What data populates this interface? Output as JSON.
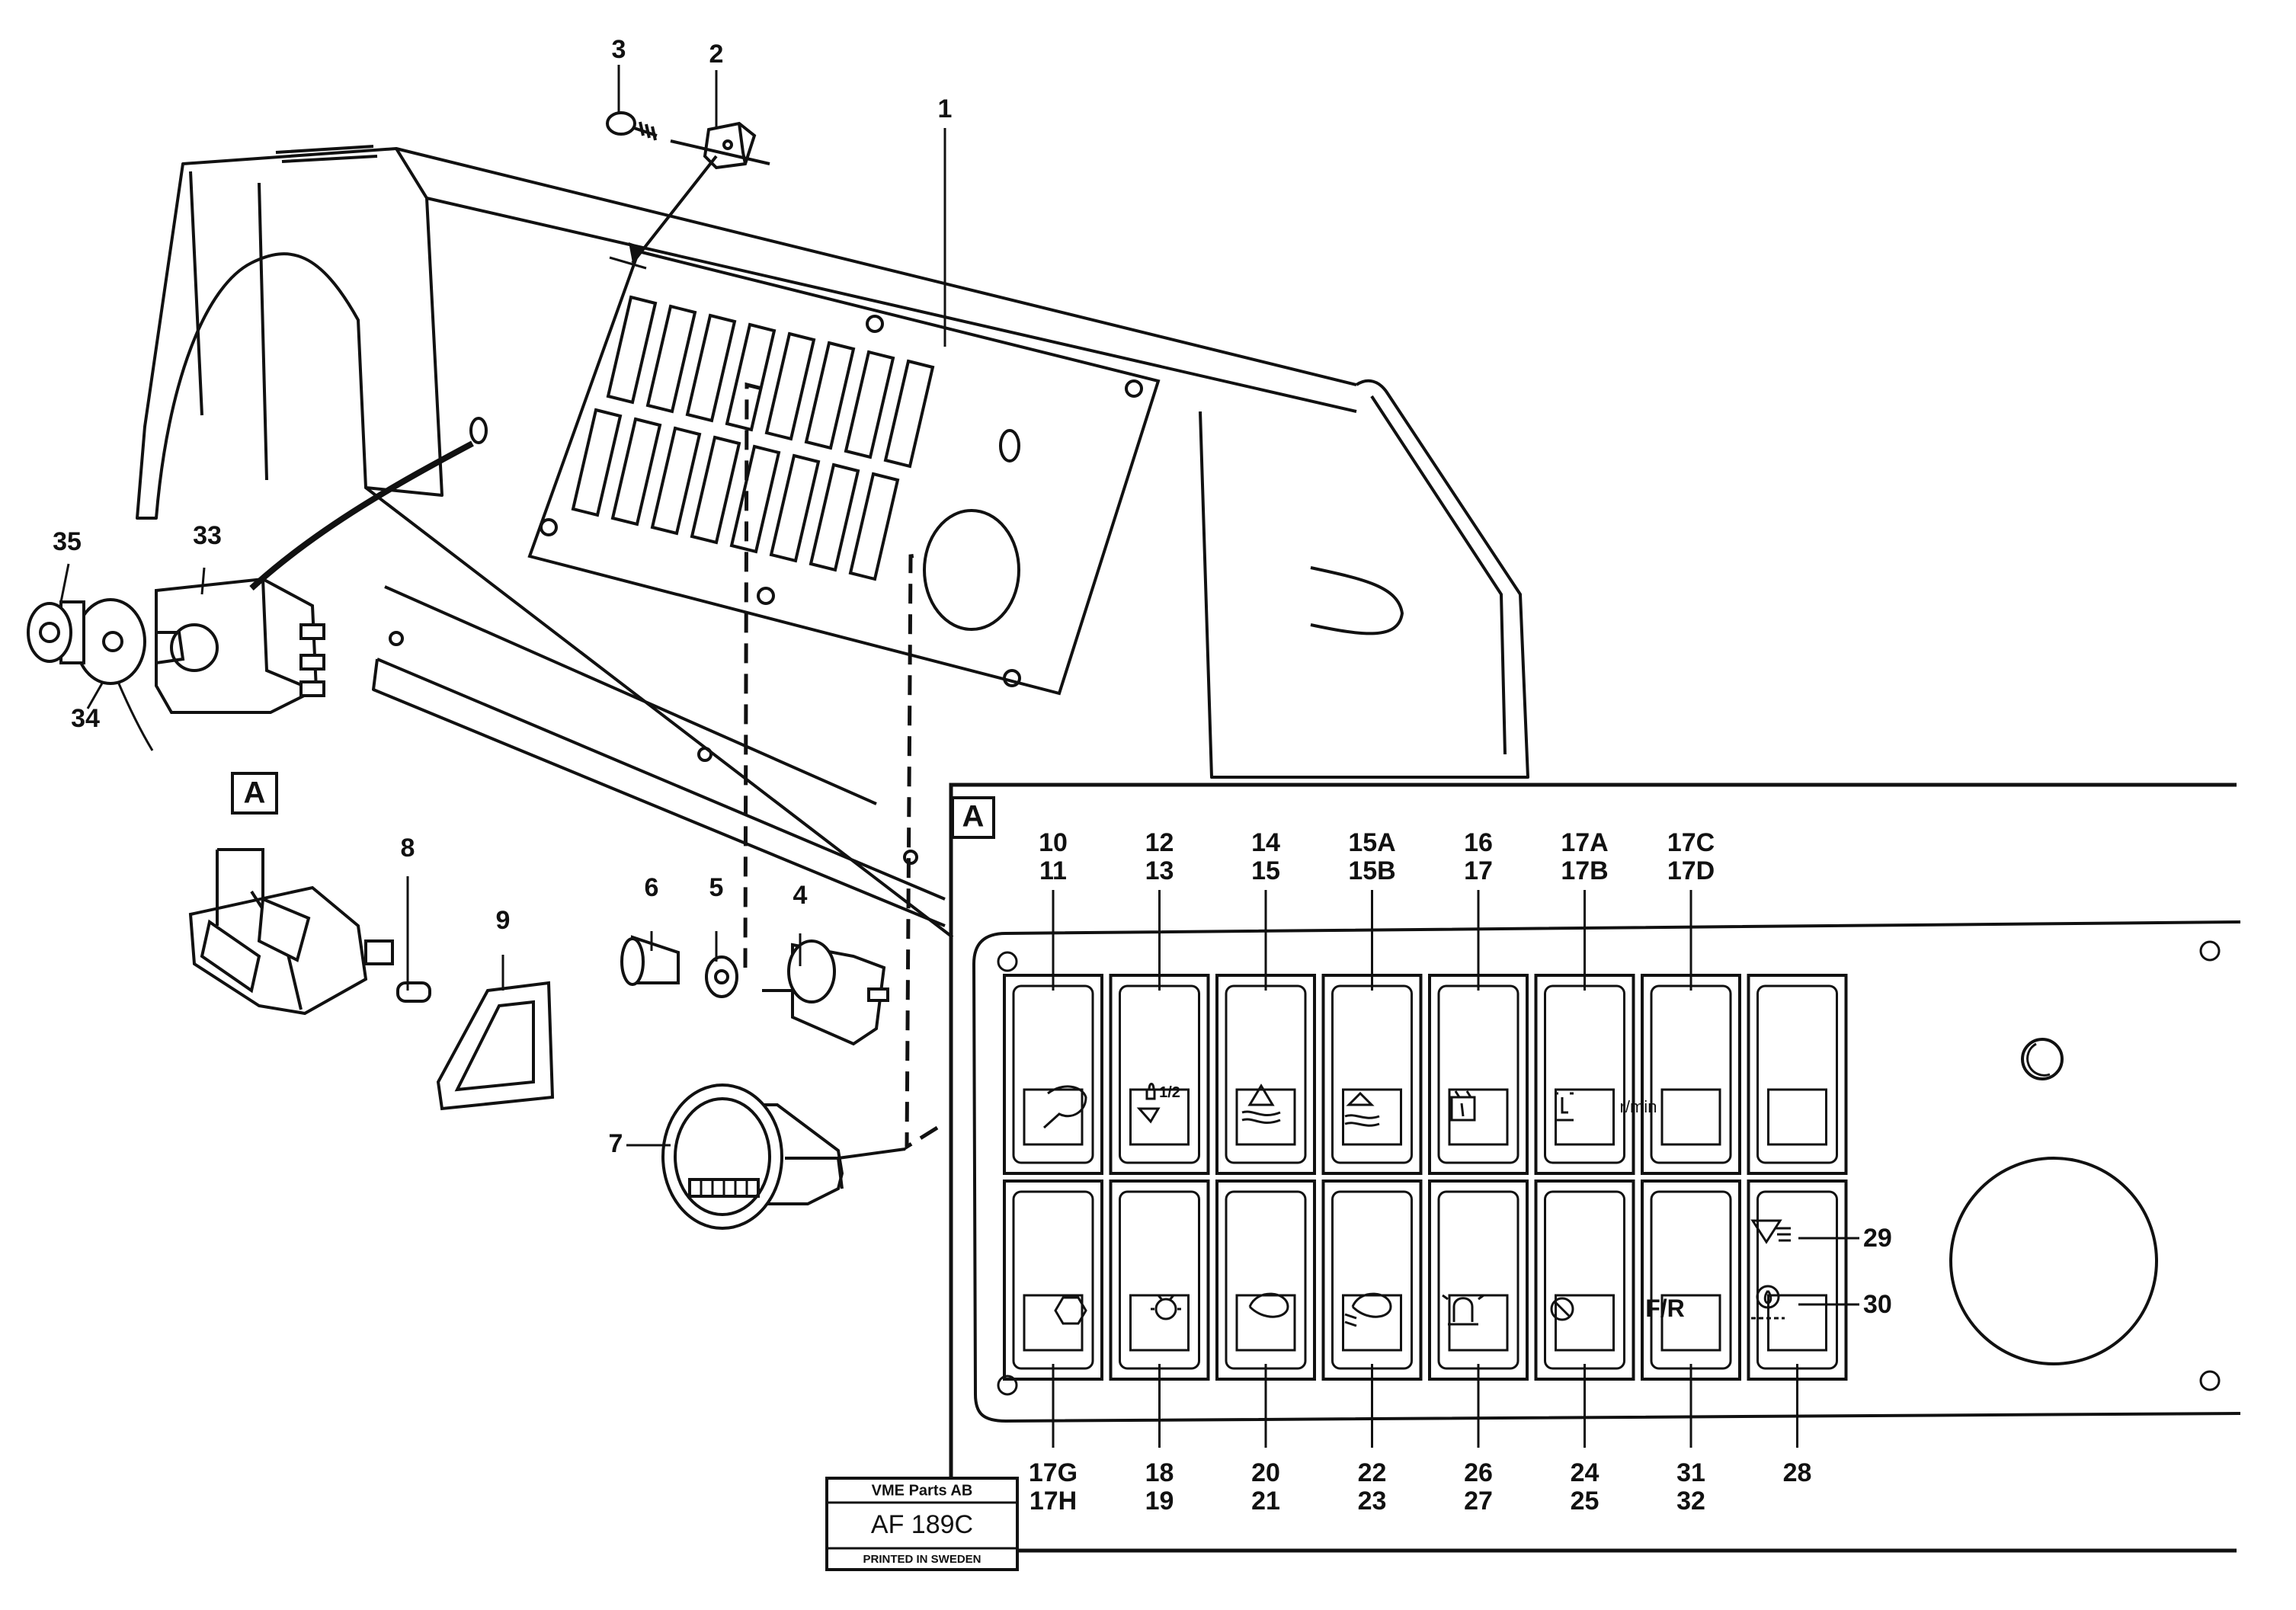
{
  "callouts": {
    "c1": "1",
    "c2": "2",
    "c3": "3",
    "c4": "4",
    "c5": "5",
    "c6": "6",
    "c7": "7",
    "c8": "8",
    "c9": "9",
    "c33": "33",
    "c34": "34",
    "c35": "35",
    "c29": "29",
    "c30": "30"
  },
  "section_marker": "A",
  "top_labels": [
    {
      "l1": "10",
      "l2": "11"
    },
    {
      "l1": "12",
      "l2": "13"
    },
    {
      "l1": "14",
      "l2": "15"
    },
    {
      "l1": "15A",
      "l2": "15B"
    },
    {
      "l1": "16",
      "l2": "17"
    },
    {
      "l1": "17A",
      "l2": "17B"
    },
    {
      "l1": "17C",
      "l2": "17D"
    }
  ],
  "bottom_labels": [
    {
      "l1": "17G",
      "l2": "17H"
    },
    {
      "l1": "18",
      "l2": "19"
    },
    {
      "l1": "20",
      "l2": "21"
    },
    {
      "l1": "22",
      "l2": "23"
    },
    {
      "l1": "26",
      "l2": "27"
    },
    {
      "l1": "24",
      "l2": "25"
    },
    {
      "l1": "31",
      "l2": "32"
    },
    {
      "l1": "28",
      "l2": ""
    }
  ],
  "switch_symbols": {
    "one_two": "1/2",
    "rpm": "r/min",
    "fr": "F/R"
  },
  "title_block": {
    "company": "VME Parts AB",
    "code": "AF 189C",
    "printed": "PRINTED IN SWEDEN"
  }
}
